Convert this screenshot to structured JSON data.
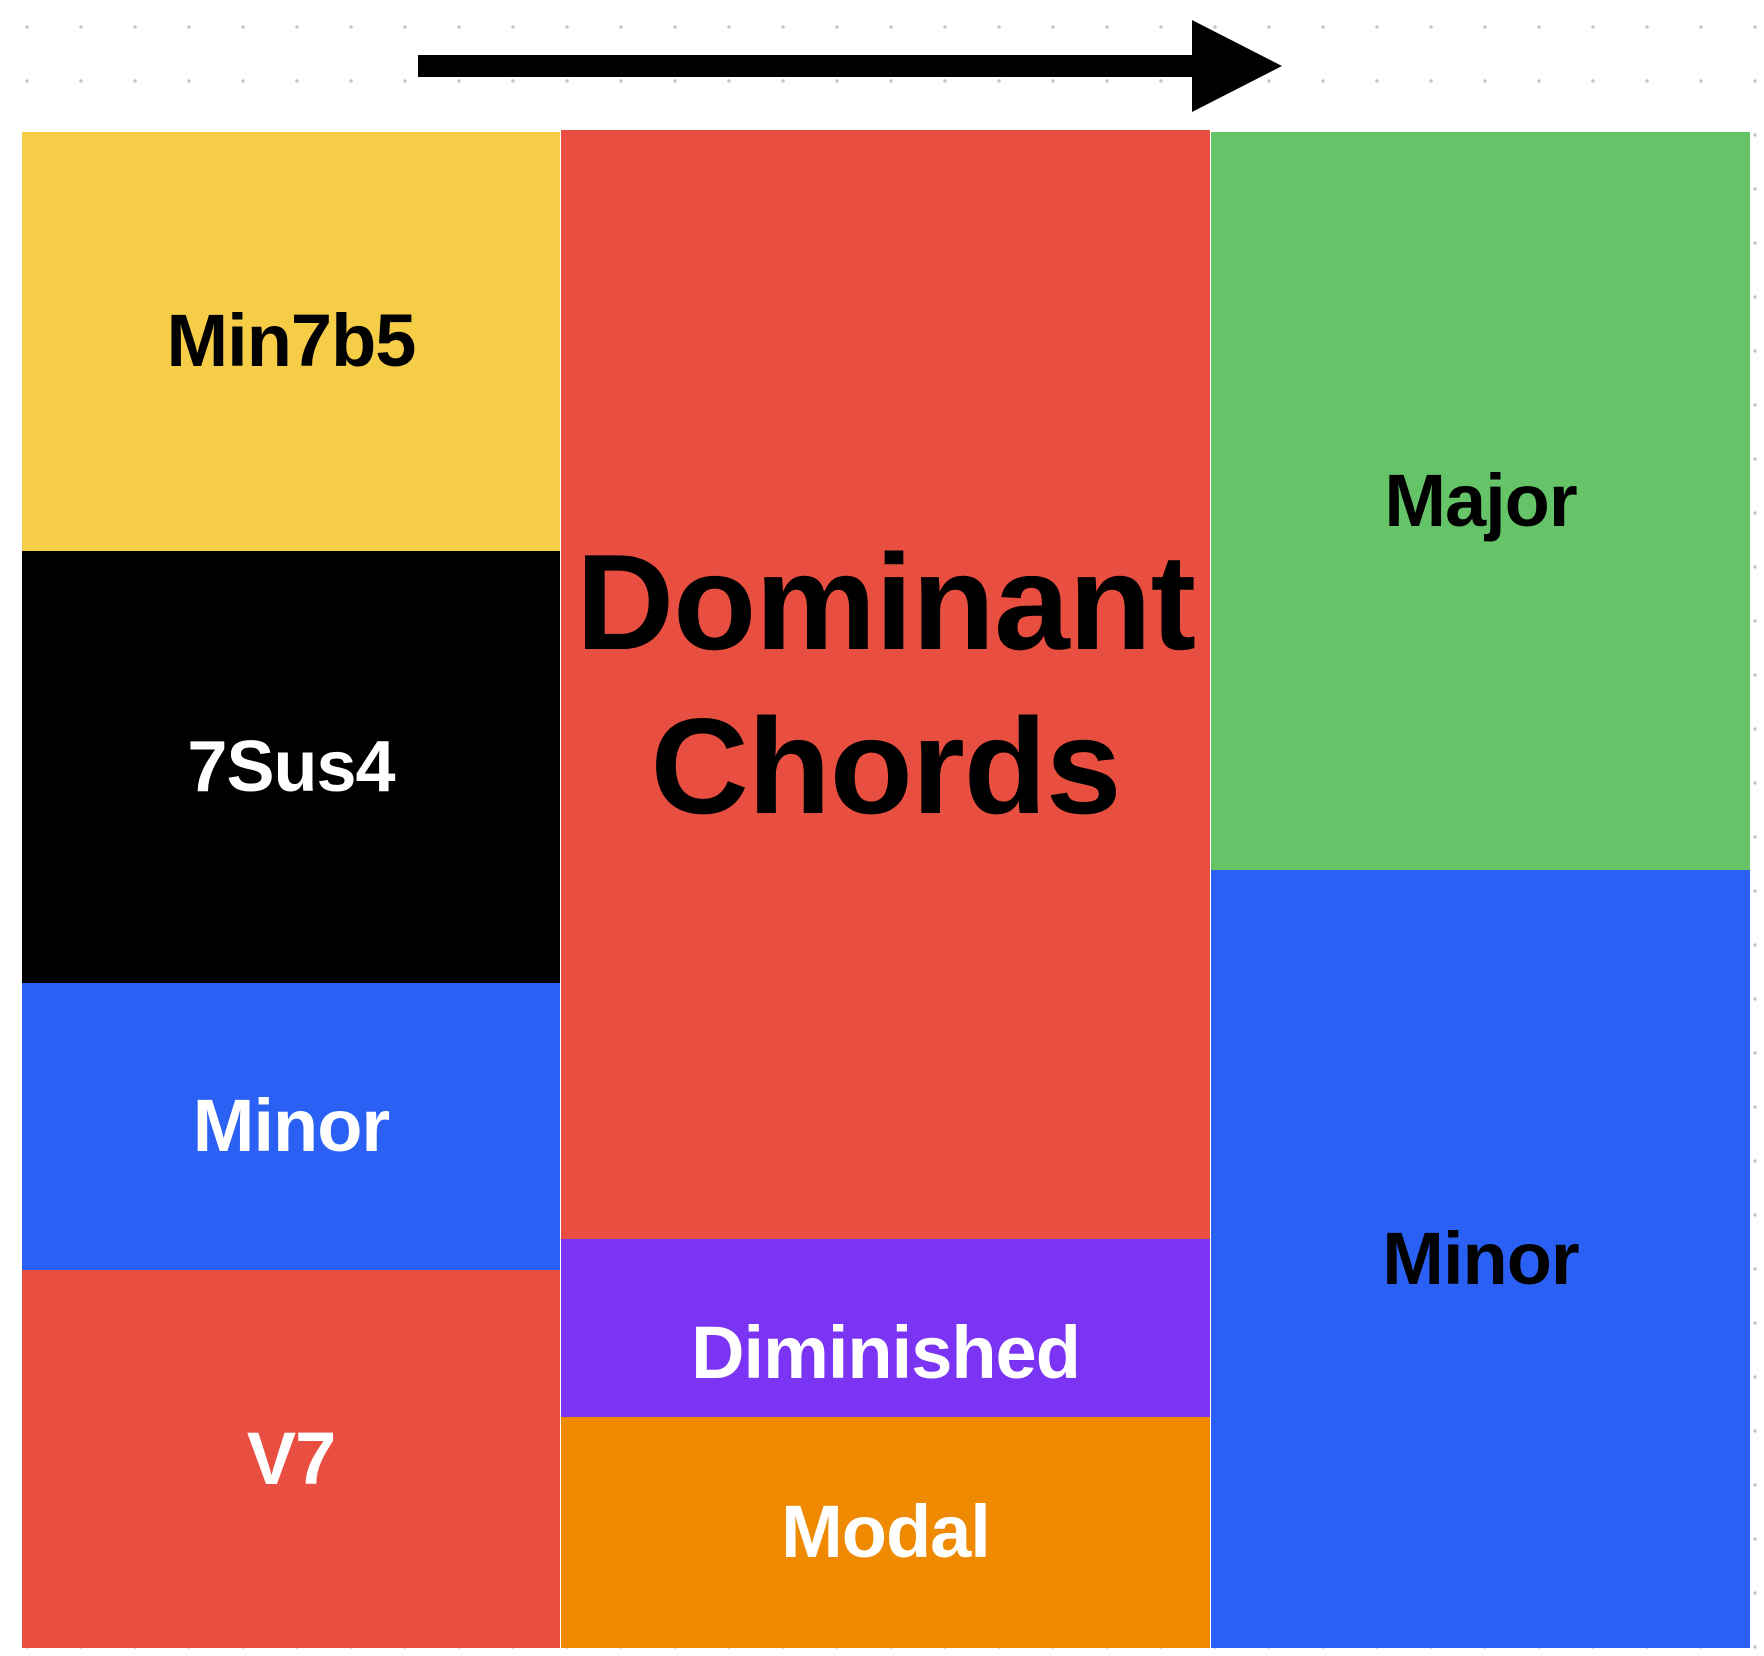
{
  "colors": {
    "yellow": "#f5cd47",
    "black": "#000000",
    "blue": "#2b60f5",
    "red": "#e94f41",
    "purple": "#7b33f4",
    "orange": "#ee8900",
    "green": "#66c468",
    "text_dark": "#000000",
    "text_light": "#ffffff"
  },
  "arrow": {
    "direction": "right",
    "color": "#000000"
  },
  "left_column": [
    {
      "label": "Min7b5"
    },
    {
      "label": "7Sus4"
    },
    {
      "label": "Minor"
    },
    {
      "label": "V7"
    }
  ],
  "middle_column": {
    "dominant": {
      "line1": "Dominant",
      "line2": "Chords"
    },
    "diminished": {
      "label": "Diminished"
    },
    "modal": {
      "label": "Modal"
    }
  },
  "right_column": [
    {
      "label": "Major"
    },
    {
      "label": "Minor"
    }
  ]
}
